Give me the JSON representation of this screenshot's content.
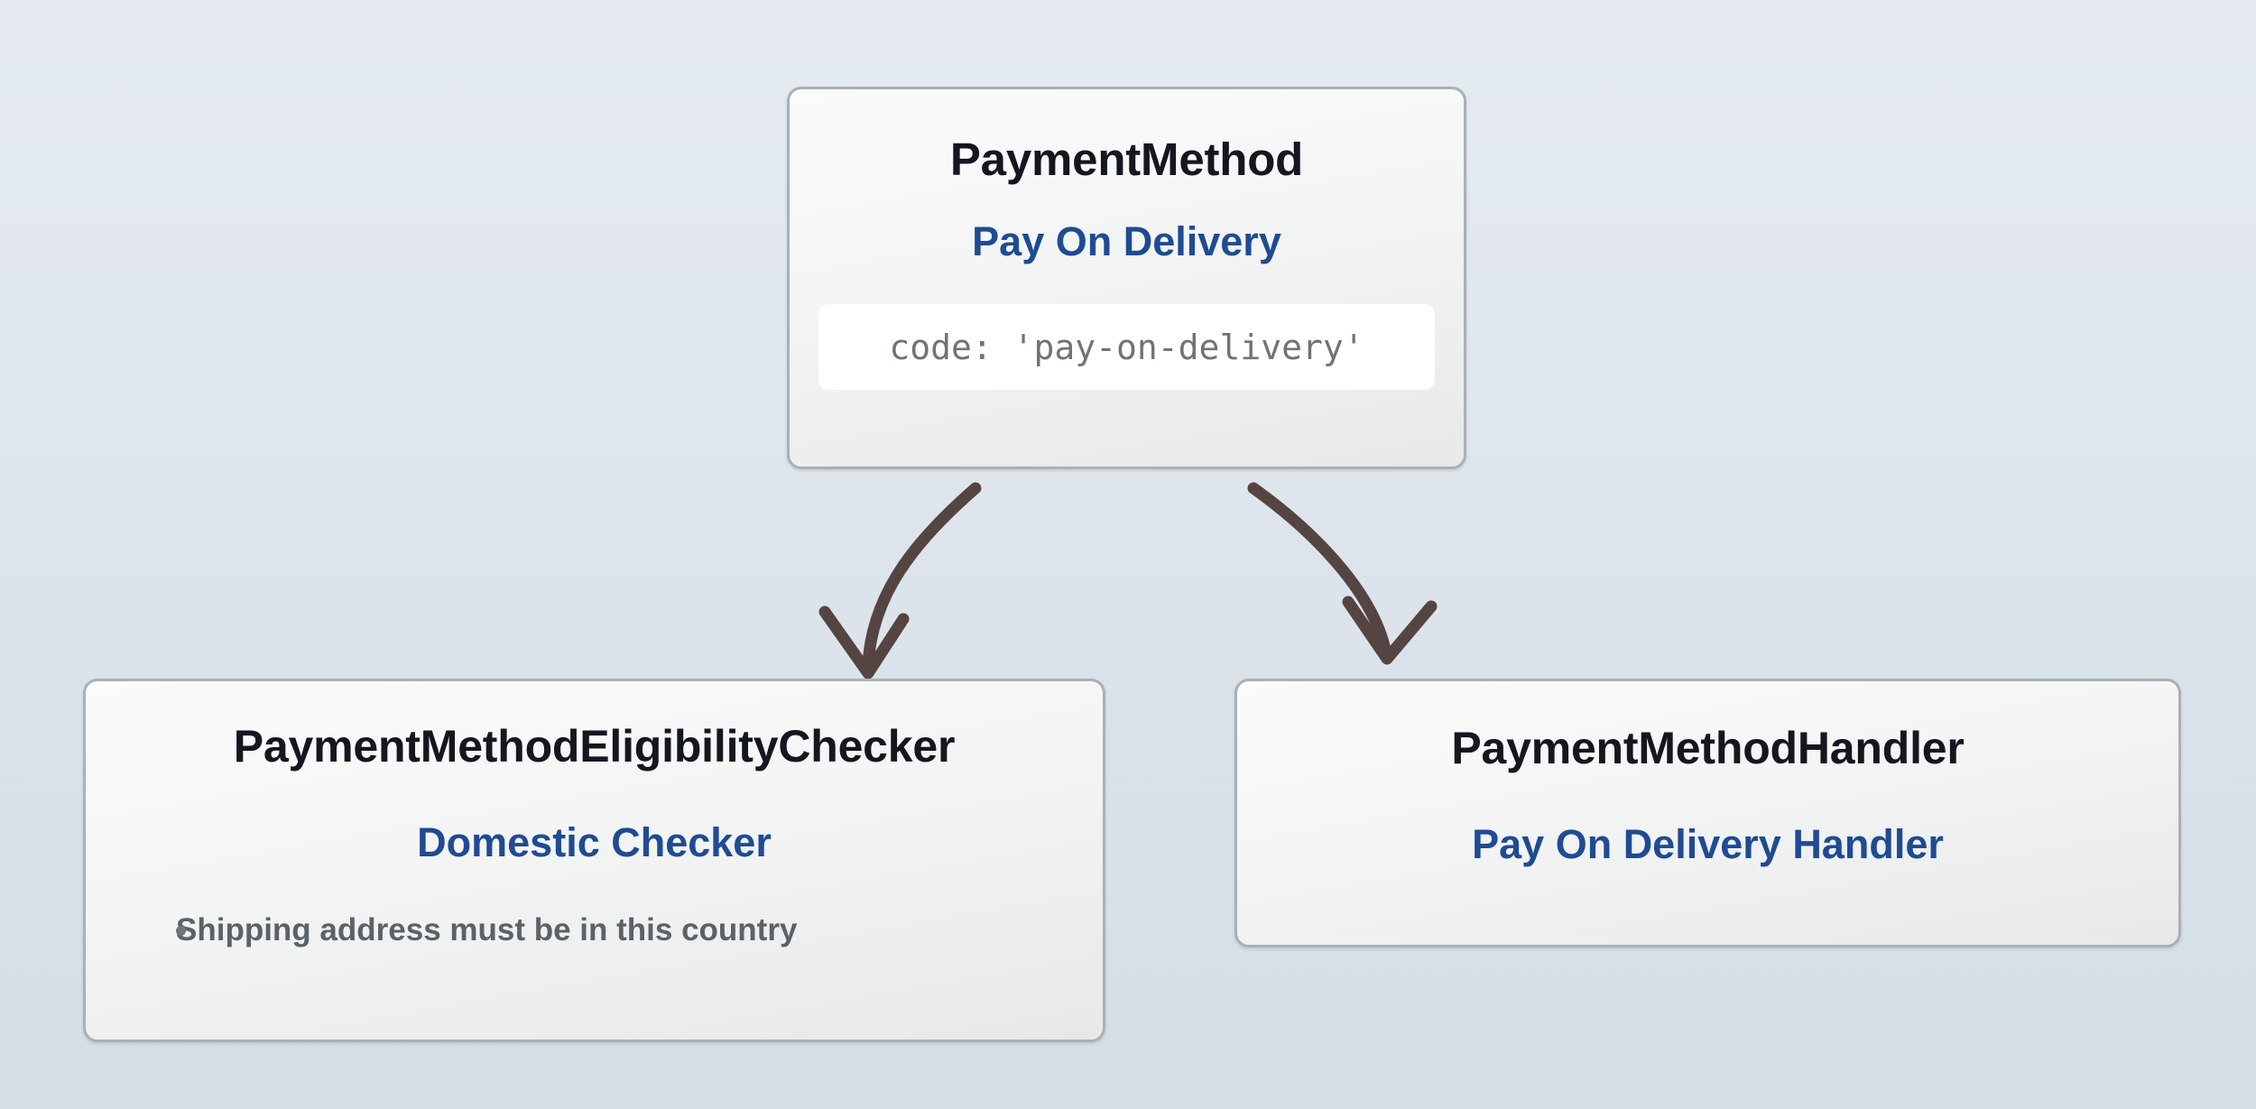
{
  "diagram": {
    "background_top_color": "#e4eaf0",
    "background_bottom_color": "#d5dde5",
    "arrow_color": "#554542",
    "title_color": "#15171f",
    "subtitle_color": "#1e4b94",
    "body_text_color": "#5b6268",
    "node_border_color": "#a9b1b6"
  },
  "nodes": {
    "payment_method": {
      "title": "PaymentMethod",
      "subtitle": "Pay On Delivery",
      "code": "code: 'pay-on-delivery'"
    },
    "eligibility_checker": {
      "title": "PaymentMethodEligibilityChecker",
      "subtitle": "Domestic Checker",
      "items": [
        "Shipping address must be in this country"
      ]
    },
    "payment_handler": {
      "title": "PaymentMethodHandler",
      "subtitle": "Pay On Delivery Handler"
    }
  },
  "edges": [
    {
      "name": "payment-method-to-eligibility-checker",
      "from": "payment_method",
      "to": "eligibility_checker"
    },
    {
      "name": "payment-method-to-payment-handler",
      "from": "payment_method",
      "to": "payment_handler"
    }
  ]
}
